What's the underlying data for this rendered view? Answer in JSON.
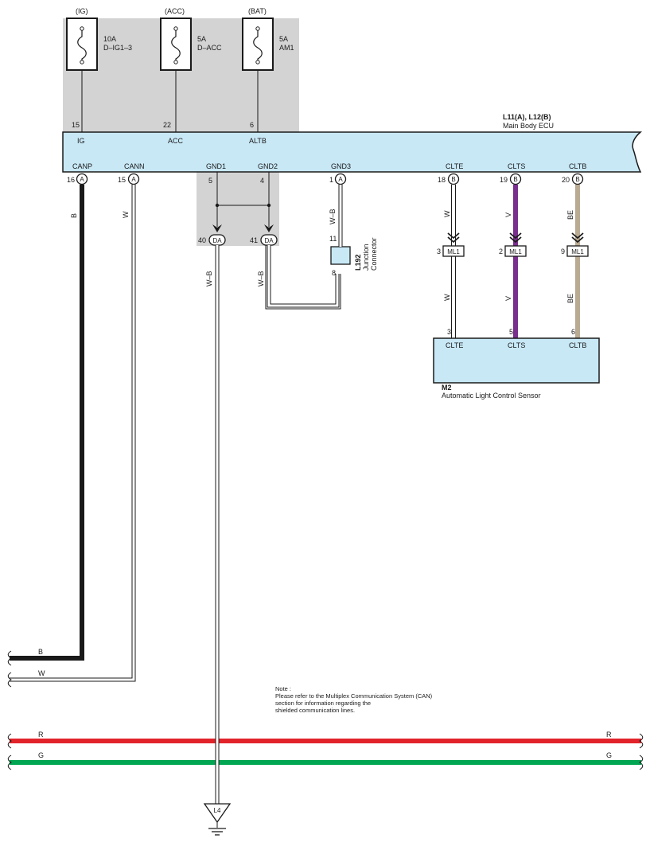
{
  "colors": {
    "shade": "#d3d3d4",
    "ecu_fill": "#c8e8f6",
    "wire_black": "#1a1a1a",
    "wire_white": "#ffffff",
    "wire_violet": "#7a2e8e",
    "wire_beige": "#b9aa92",
    "wire_red": "#e2232a",
    "wire_green": "#00a651"
  },
  "fuses": [
    {
      "source": "(IG)",
      "rating": "10A",
      "name": "D–IG1–3",
      "pin": "15"
    },
    {
      "source": "(ACC)",
      "rating": "5A",
      "name": "D–ACC",
      "pin": "22"
    },
    {
      "source": "(BAT)",
      "rating": "5A",
      "name": "AM1",
      "pin": "6"
    }
  ],
  "ecu": {
    "code": "L11(A), L12(B)",
    "name": "Main Body ECU",
    "top_terminals": [
      "IG",
      "ACC",
      "ALTB"
    ],
    "bottom_terminals": [
      "CANP",
      "CANN",
      "GND1",
      "GND2",
      "GND3",
      "CLTE",
      "CLTS",
      "CLTB"
    ],
    "bottom_pins": [
      "16",
      "15",
      "5",
      "4",
      "1",
      "18",
      "19",
      "20"
    ],
    "bottom_connectors": [
      "A",
      "A",
      "",
      "",
      "A",
      "B",
      "B",
      "B"
    ]
  },
  "wires": {
    "canp": "B",
    "cann": "W",
    "gnd": "W–B",
    "gnd3": "W–B",
    "clte": "W",
    "clts": "V",
    "cltb": "BE"
  },
  "da_connectors": [
    {
      "pin": "40",
      "label": "DA"
    },
    {
      "pin": "41",
      "label": "DA"
    }
  ],
  "junction": {
    "code": "L192",
    "line1": "Junction",
    "line2": "Connector",
    "pin_top": "11",
    "pin_bottom": "8"
  },
  "ml1_connectors": [
    {
      "pin": "3",
      "label": "ML1"
    },
    {
      "pin": "2",
      "label": "ML1"
    },
    {
      "pin": "9",
      "label": "ML1"
    }
  ],
  "sensor": {
    "code": "M2",
    "name": "Automatic Light Control Sensor",
    "pins": [
      "3",
      "5",
      "6"
    ],
    "terminals": [
      "CLTE",
      "CLTS",
      "CLTB"
    ]
  },
  "bus_labels": {
    "b": "B",
    "w": "W",
    "r": "R",
    "g": "G"
  },
  "note": {
    "line1": "Note :",
    "line2": "Please refer to the Multiplex Communication System (CAN)",
    "line3": "section for information regarding the",
    "line4": "shielded communication lines."
  },
  "ground": {
    "label": "L4"
  }
}
